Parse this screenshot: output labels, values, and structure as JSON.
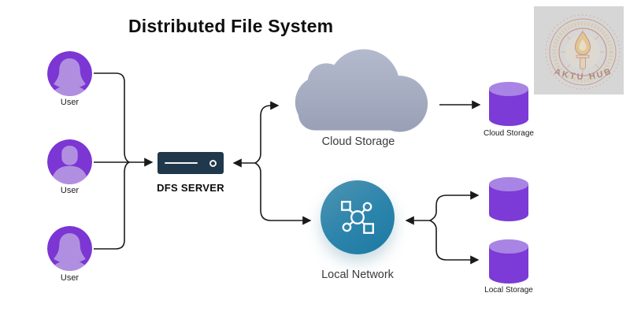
{
  "title": "Distributed File System",
  "users": [
    {
      "label": "User"
    },
    {
      "label": "User"
    },
    {
      "label": "User"
    }
  ],
  "server": {
    "label": "DFS SERVER"
  },
  "cloud": {
    "label": "Cloud Storage"
  },
  "network": {
    "label": "Local Network"
  },
  "databases": {
    "cloud": {
      "label": "Cloud Storage"
    },
    "local": {
      "label": "Local Storage"
    }
  },
  "logo": {
    "text": "AKTU HUB"
  },
  "colors": {
    "avatar_circle": "#7b36d3",
    "avatar_silhouette": "#b18fe0",
    "server_box": "#20384b",
    "network_gradient_start": "#4e94b2",
    "network_gradient_end": "#1d79a4",
    "cylinder_body": "#7c3ad6",
    "cylinder_top": "#a884e4",
    "cloud_gradient_start": "#b3b9cc",
    "cloud_gradient_end": "#99a0b6",
    "connector": "#1a1a1a"
  }
}
